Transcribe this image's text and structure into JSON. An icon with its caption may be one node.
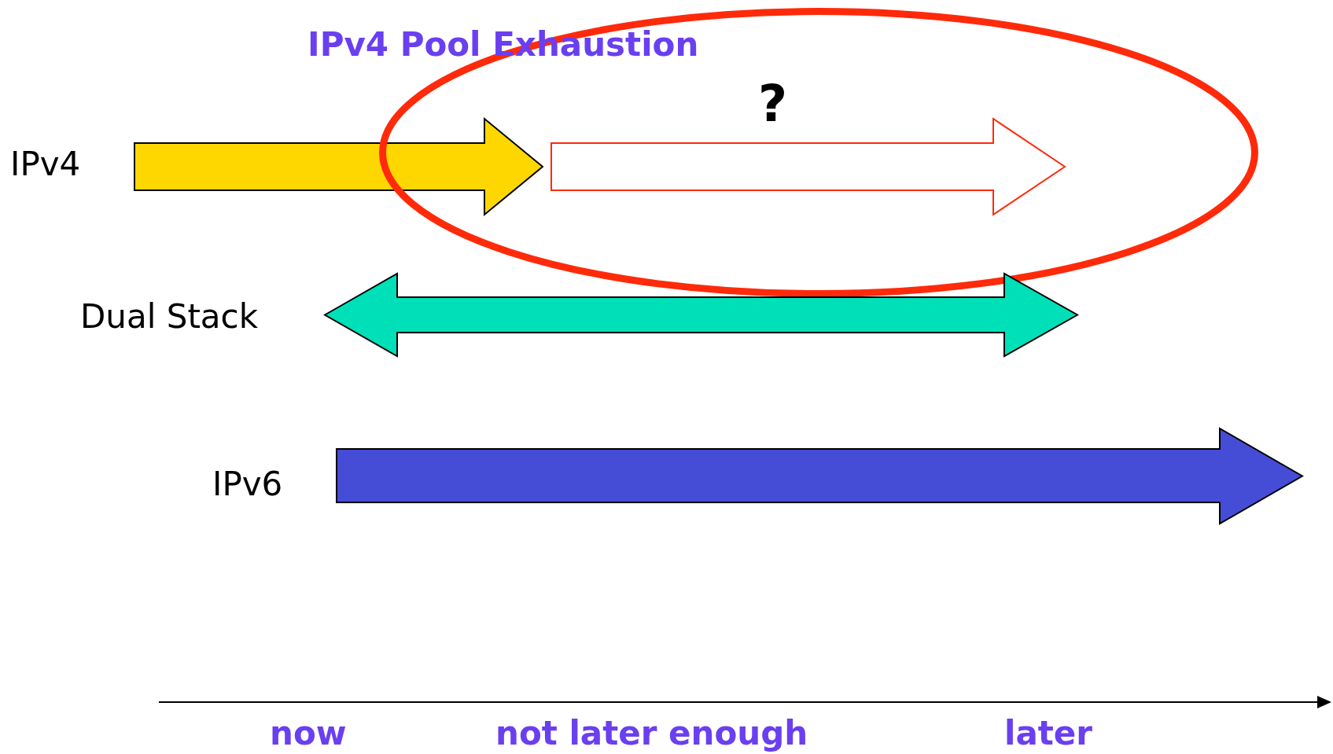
{
  "diagram": {
    "title": "IPv4 Pool Exhaustion",
    "nodes": [
      {
        "text": [],
        "shape": "arrow",
        "beside": [
          "IPv4"
        ]
      },
      {
        "text": [],
        "shape": "ellipse"
      },
      {
        "text": [],
        "shape": "arrow",
        "beside": [
          "?"
        ],
        "in": 1
      },
      {
        "text": [],
        "shape": "double-arrow",
        "beside": [
          "Dual Stack"
        ]
      },
      {
        "text": [],
        "shape": "arrow",
        "beside": [
          "IPv6"
        ]
      }
    ],
    "labels": [
      "now",
      "not later enough",
      "later"
    ]
  }
}
